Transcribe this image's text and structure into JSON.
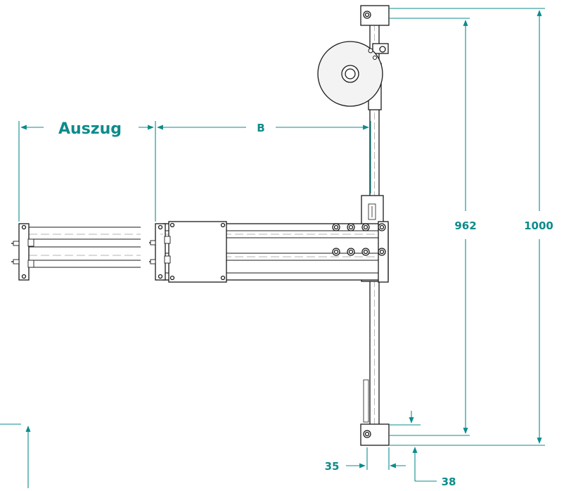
{
  "labels": {
    "auszug": "Auszug",
    "b": "B",
    "dim_962": "962",
    "dim_1000": "1000",
    "dim_35": "35",
    "dim_38": "38"
  },
  "colors": {
    "dimension": "#0d8b8b",
    "line": "#1a1a1a",
    "centerline": "#9a9a9a",
    "fill": "#ffffff",
    "roll": "#f3f3f3"
  }
}
